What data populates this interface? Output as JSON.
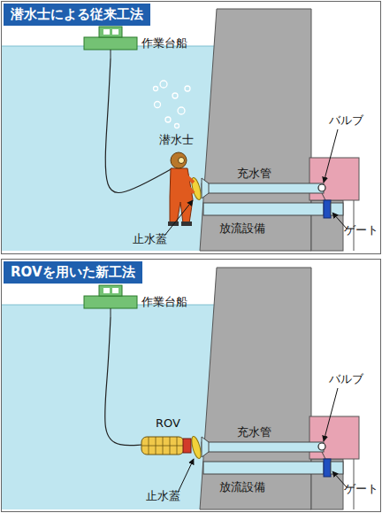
{
  "diagram": {
    "nodes": [
      {
        "text": [
          "潜水士による従来工法"
        ]
      },
      {
        "text": [
          "ROVを用いた新工法"
        ]
      }
    ],
    "labels": [
      "作業台船",
      "潜水士",
      "バルブ",
      "充水管",
      "ゲート",
      "止水蓋",
      "放流設備",
      "作業台船",
      "バルブ",
      "ROV",
      "充水管",
      "ゲート",
      "止水蓋",
      "放流設備"
    ]
  }
}
